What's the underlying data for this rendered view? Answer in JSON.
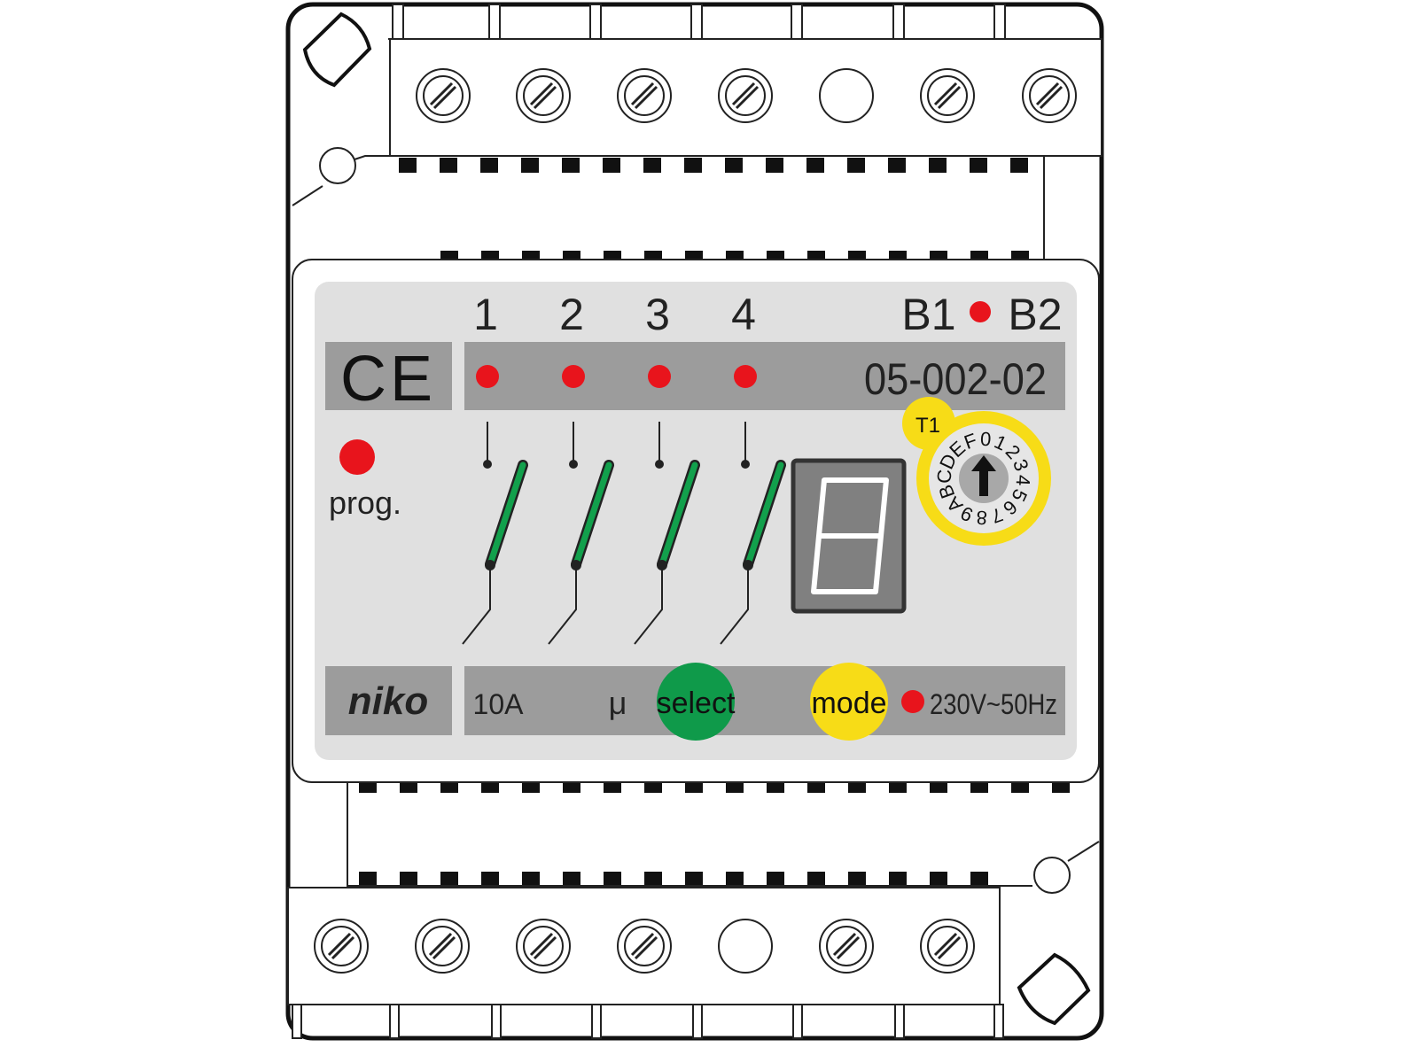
{
  "device": {
    "channel_numbers": [
      "1",
      "2",
      "3",
      "4"
    ],
    "bus_left": "B1",
    "bus_right": "B2",
    "ce_mark": "CE",
    "model_number": "05-002-02",
    "prog_label": "prog.",
    "dial_label": "T1",
    "dial_positions": [
      "0",
      "1",
      "2",
      "3",
      "4",
      "5",
      "6",
      "7",
      "8",
      "9",
      "A",
      "B",
      "C",
      "D",
      "E",
      "F"
    ],
    "brand": "niko",
    "current_rating": "10A",
    "micro_symbol": "μ",
    "select_label": "select",
    "mode_label": "mode",
    "voltage_rating": "230V~50Hz"
  },
  "colors": {
    "led_red": "#e8141c",
    "switch_green": "#12a04c",
    "select_green": "#0f9a4a",
    "mode_yellow": "#f7dc17",
    "panel_gray": "#e0e0e0",
    "bar_gray": "#9c9c9c"
  }
}
